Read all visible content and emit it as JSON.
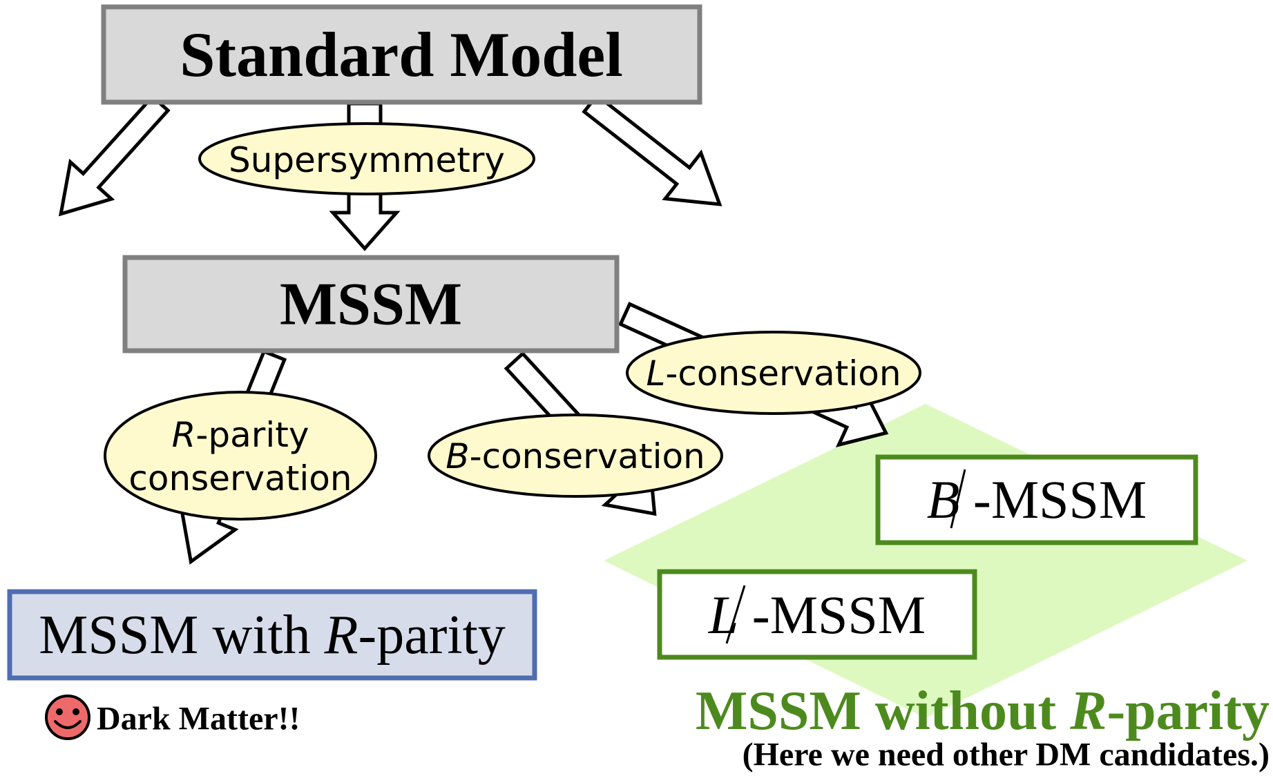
{
  "nodes": {
    "standard_model": {
      "label": "Standard Model"
    },
    "mssm": {
      "label": "MSSM"
    },
    "mssm_with_r": {
      "prefix": "MSSM with ",
      "italic": "R",
      "suffix": "-parity"
    },
    "b_mssm": {
      "symbol": "B",
      "suffix": " -MSSM"
    },
    "l_mssm": {
      "symbol": "L",
      "suffix": " -MSSM"
    }
  },
  "labels": {
    "supersymmetry": "Supersymmetry",
    "r_parity": {
      "italic": "R",
      "line1_suffix": "-parity",
      "line2": "conservation"
    },
    "b_conservation": {
      "italic": "B",
      "suffix": "-conservation"
    },
    "l_conservation": {
      "italic": "L",
      "suffix": "-conservation"
    }
  },
  "annotations": {
    "dark_matter": "Dark Matter!!",
    "without_r": {
      "prefix": "MSSM without ",
      "italic": "R",
      "suffix": "-parity"
    },
    "note": "(Here we need other DM candidates.)"
  },
  "icons": {
    "dark_matter": "smiley-face-icon"
  },
  "colors": {
    "gray_box_fill": "#d9d9d9",
    "gray_box_stroke": "#808080",
    "ellipse_fill": "#fffacd",
    "blue_box_fill": "#d6dcea",
    "blue_box_stroke": "#4f6db0",
    "green_stroke": "#4d8a1e",
    "green_text": "#4d8a1e",
    "green_diamond": "#def9c0",
    "smiley_fill": "#ee6a6a"
  }
}
